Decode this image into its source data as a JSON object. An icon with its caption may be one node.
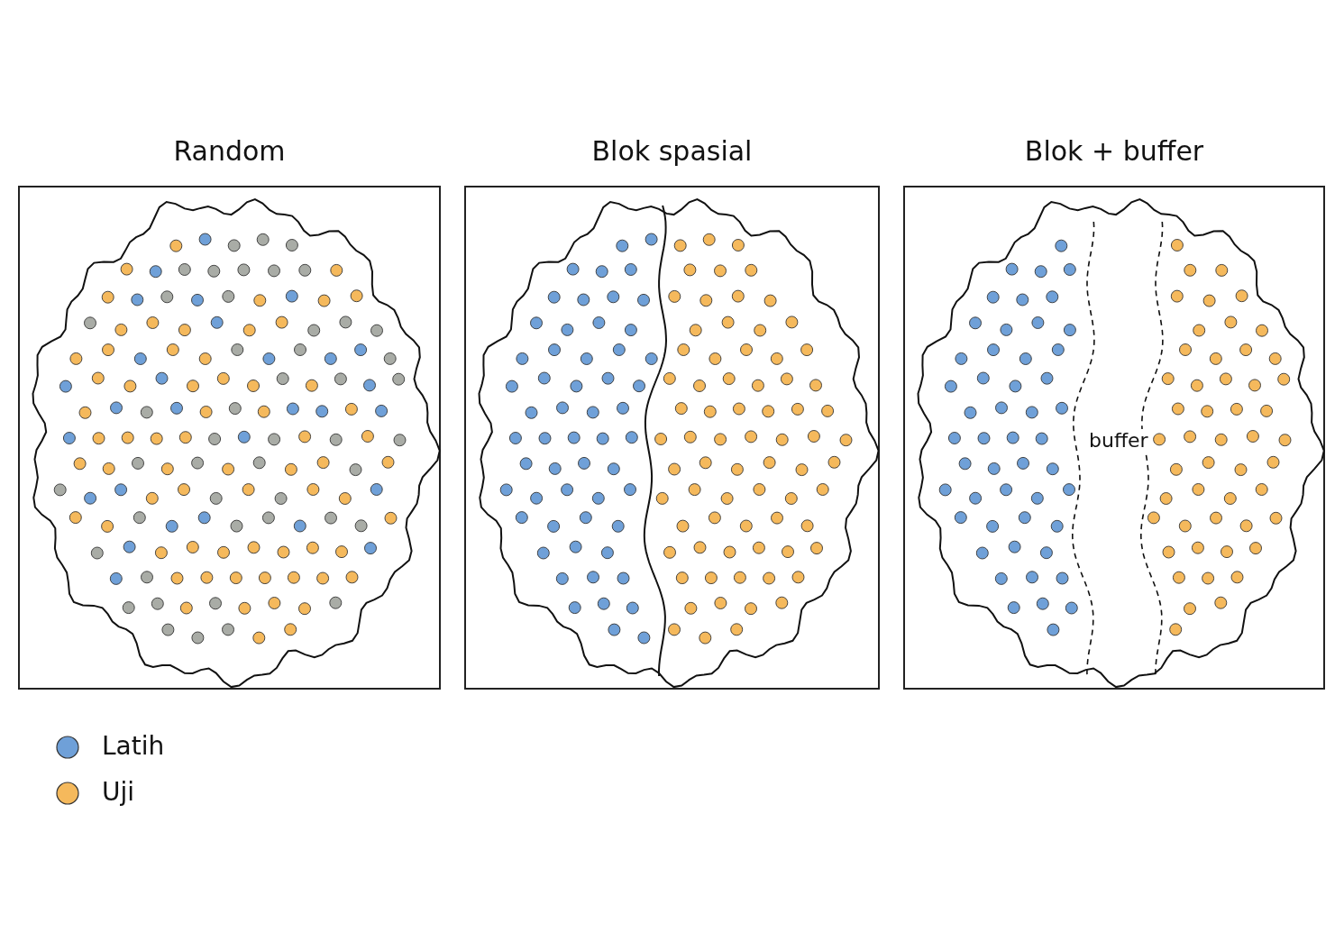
{
  "diagram": {
    "nodes": [
      {
        "text": [
          "Random"
        ]
      },
      {
        "text": [
          "Blok spasial"
        ]
      },
      {
        "text": [
          "Blok + buffer"
        ]
      },
      {
        "text": [
          "buffer"
        ],
        "in": 2
      }
    ],
    "legend": [
      {
        "text": "Latih",
        "color": "#6fa0d8"
      },
      {
        "text": "Uji",
        "color": "#f5b95c"
      }
    ]
  }
}
